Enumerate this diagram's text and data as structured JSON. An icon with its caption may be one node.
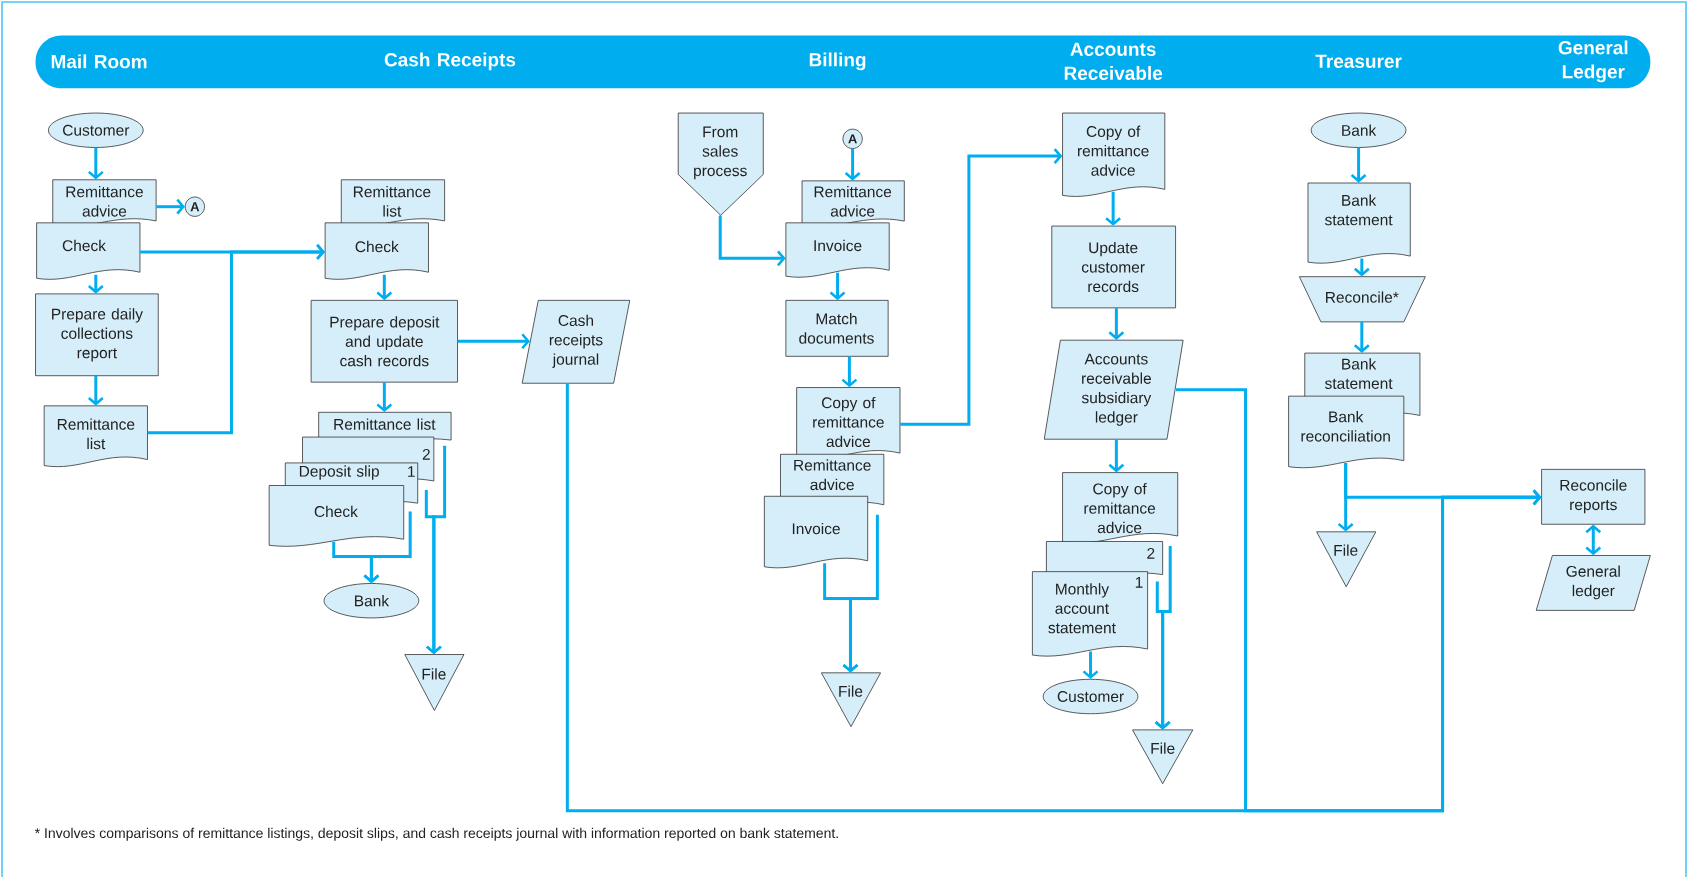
{
  "diagram": {
    "caption": "* Involves comparisons of remittance listings, deposit slips, and cash receipts journal with information reported on bank statement.",
    "nodes": [
      {
        "text": [
          "Customer"
        ]
      },
      {
        "text": [
          "Remittance advice"
        ]
      },
      {
        "text": [
          "Check"
        ]
      },
      {
        "text": [
          "A"
        ]
      },
      {
        "text": [
          "Prepare daily collections report"
        ]
      },
      {
        "text": [
          "Remittance list"
        ]
      },
      {
        "text": [
          "Remittance list"
        ]
      },
      {
        "text": [
          "Check"
        ]
      },
      {
        "text": [
          "Prepare deposit and update cash records"
        ]
      },
      {
        "text": [
          "Cash receipts journal"
        ]
      },
      {
        "text": [
          "Remittance list"
        ]
      },
      {
        "text": [
          "2"
        ]
      },
      {
        "text": [
          "Deposit slip",
          "1"
        ]
      },
      {
        "text": [
          "Check"
        ]
      },
      {
        "text": [
          "Bank"
        ]
      },
      {
        "text": [
          "File"
        ]
      },
      {
        "text": [
          "From sales process"
        ]
      },
      {
        "text": [
          "A"
        ]
      },
      {
        "text": [
          "Remittance advice"
        ]
      },
      {
        "text": [
          "Invoice"
        ]
      },
      {
        "text": [
          "Match documents"
        ]
      },
      {
        "text": [
          "Copy of remittance advice"
        ]
      },
      {
        "text": [
          "Remittance advice"
        ]
      },
      {
        "text": [
          "Invoice"
        ]
      },
      {
        "text": [
          "File"
        ]
      },
      {
        "text": [
          "Copy of remittance advice"
        ]
      },
      {
        "text": [
          "Update customer records"
        ]
      },
      {
        "text": [
          "Accounts receivable subsidiary ledger"
        ]
      },
      {
        "text": [
          "Copy of remittance advice"
        ]
      },
      {
        "text": [
          "2"
        ]
      },
      {
        "text": [
          "Monthly account statement",
          "1"
        ]
      },
      {
        "text": [
          "Customer"
        ]
      },
      {
        "text": [
          "File"
        ]
      },
      {
        "text": [
          "Bank"
        ]
      },
      {
        "text": [
          "Bank statement"
        ]
      },
      {
        "text": [
          "Reconcile*"
        ]
      },
      {
        "text": [
          "Bank statement"
        ]
      },
      {
        "text": [
          "Bank reconciliation"
        ]
      },
      {
        "text": [
          "File"
        ]
      },
      {
        "text": [
          "Reconcile reports"
        ]
      },
      {
        "text": [
          "General ledger"
        ]
      }
    ],
    "edges": [
      {
        "from": 0,
        "to": 1,
        "arrow": "to"
      },
      {
        "from": 1,
        "to": 3,
        "arrow": "to"
      },
      {
        "from": 2,
        "to": 4,
        "arrow": "to"
      },
      {
        "from": 4,
        "to": 5,
        "arrow": "to"
      },
      {
        "from": 2,
        "to": 7,
        "arrow": "to"
      },
      {
        "from": 5,
        "to": 7,
        "arrow": "to"
      },
      {
        "from": 7,
        "to": 8,
        "arrow": "to"
      },
      {
        "from": 8,
        "to": 9,
        "arrow": "to"
      },
      {
        "from": 8,
        "to": 10,
        "arrow": "to"
      },
      {
        "from": 13,
        "to": 14,
        "arrow": "to"
      },
      {
        "from": 12,
        "to": 14,
        "arrow": "to"
      },
      {
        "from": 11,
        "to": 15,
        "arrow": "to"
      },
      {
        "from": 10,
        "to": 15,
        "arrow": "to"
      },
      {
        "from": 16,
        "to": 19,
        "arrow": "to"
      },
      {
        "from": 17,
        "to": 18,
        "arrow": "to"
      },
      {
        "from": 19,
        "to": 20,
        "arrow": "to"
      },
      {
        "from": 20,
        "to": 21,
        "arrow": "to"
      },
      {
        "from": 21,
        "to": 25,
        "arrow": "to"
      },
      {
        "from": 23,
        "to": 24,
        "arrow": "to"
      },
      {
        "from": 22,
        "to": 24,
        "arrow": "to"
      },
      {
        "from": 25,
        "to": 26,
        "arrow": "to"
      },
      {
        "from": 26,
        "to": 27,
        "arrow": "to"
      },
      {
        "from": 27,
        "to": 28,
        "arrow": "to"
      },
      {
        "from": 30,
        "to": 31,
        "arrow": "to"
      },
      {
        "from": 29,
        "to": 32,
        "arrow": "to"
      },
      {
        "from": 28,
        "to": 32,
        "arrow": "to"
      },
      {
        "from": 33,
        "to": 34,
        "arrow": "to"
      },
      {
        "from": 34,
        "to": 35,
        "arrow": "to"
      },
      {
        "from": 35,
        "to": 36,
        "arrow": "to"
      },
      {
        "from": 37,
        "to": 38,
        "arrow": "to"
      },
      {
        "from": 37,
        "to": 39,
        "arrow": "to"
      },
      {
        "from": 9,
        "to": 39,
        "arrow": "to"
      },
      {
        "from": 27,
        "to": 39,
        "arrow": "to"
      },
      {
        "from": 39,
        "to": 40,
        "arrow": "both"
      }
    ],
    "labels": [
      "Mail Room",
      "Cash Receipts",
      "Billing",
      "Accounts Receivable",
      "Treasurer",
      "General Ledger"
    ]
  }
}
